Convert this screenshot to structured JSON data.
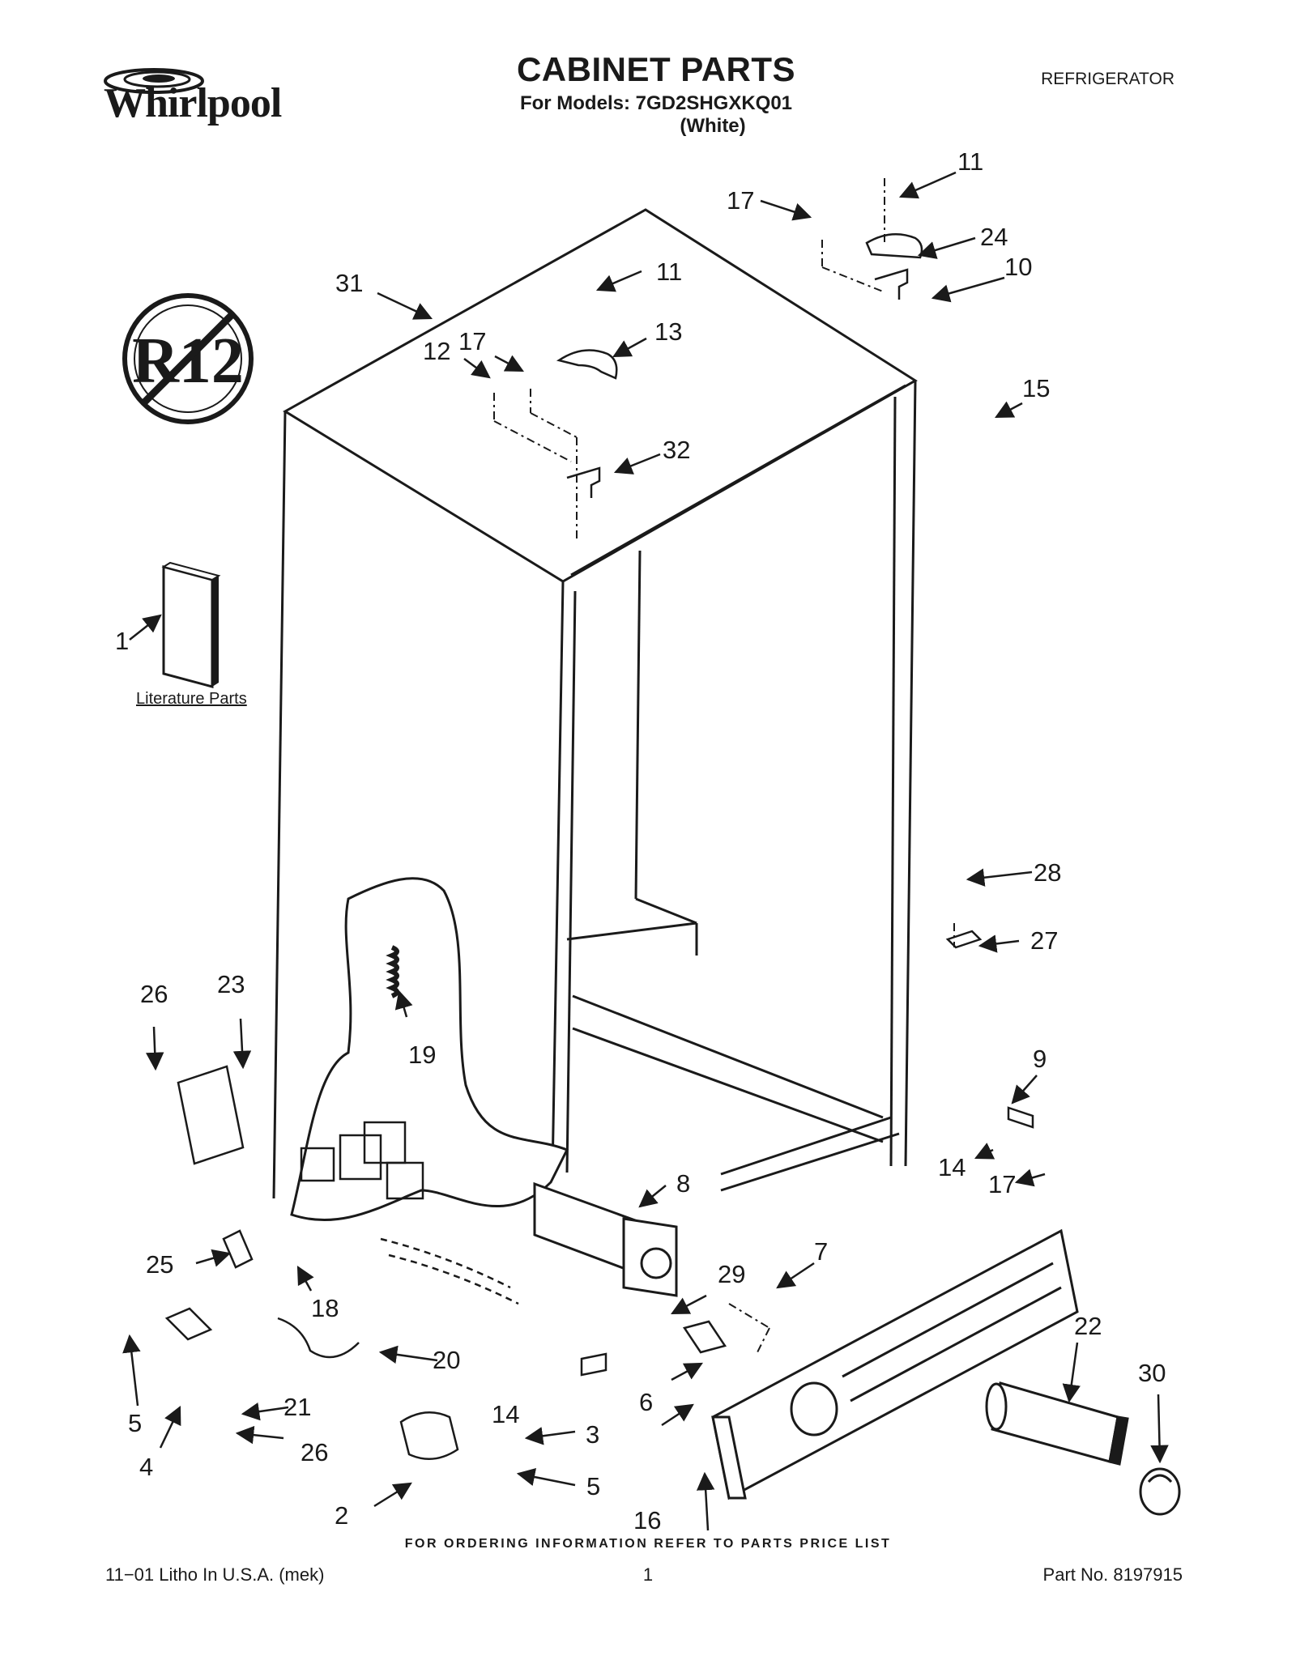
{
  "header": {
    "brand_logo_text": "Whirlpool",
    "title": "CABINET PARTS",
    "models_line": "For Models: 7GD2SHGXKQ01",
    "color_line": "(White)",
    "category": "REFRIGERATOR"
  },
  "badge": {
    "icon": "no-r12-symbol-icon",
    "text": "R12"
  },
  "literature_label": "Literature Parts",
  "callouts": [
    "1",
    "2",
    "3",
    "4",
    "5",
    "5",
    "6",
    "7",
    "8",
    "9",
    "10",
    "11",
    "11",
    "12",
    "13",
    "14",
    "14",
    "15",
    "16",
    "17",
    "17",
    "17",
    "18",
    "19",
    "20",
    "21",
    "22",
    "23",
    "24",
    "25",
    "26",
    "26",
    "27",
    "28",
    "29",
    "30",
    "31",
    "32"
  ],
  "footer": {
    "ordering_note": "FOR ORDERING INFORMATION REFER TO PARTS PRICE LIST",
    "print_info": "11−01 Litho In U.S.A. (mek)",
    "page_number": "1",
    "part_number": "Part No. 8197915"
  },
  "colors": {
    "ink": "#1a1a1a",
    "paper": "#ffffff"
  }
}
